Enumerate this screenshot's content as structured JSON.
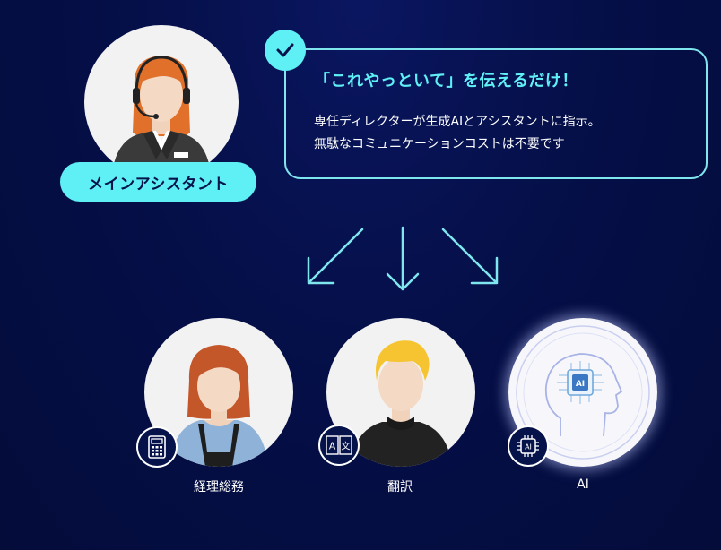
{
  "main_assistant": {
    "label": "メインアシスタント"
  },
  "message": {
    "title": "「これやっといて」を伝えるだけ！",
    "body_line1": "専任ディレクターが生成AIとアシスタントに指示。",
    "body_line2": "無駄なコミュニケーションコストは不要です"
  },
  "members": [
    {
      "label": "経理総務",
      "icon": "calculator-icon"
    },
    {
      "label": "翻訳",
      "icon": "translate-icon"
    },
    {
      "label": "AI",
      "icon": "ai-chip-icon"
    }
  ],
  "ai_chip_text": "AI",
  "translate_glyph_a": "A",
  "translate_glyph_b": "文",
  "colors": {
    "background": "#050f48",
    "accent": "#5ef0f5",
    "border": "#7fe6ee"
  }
}
